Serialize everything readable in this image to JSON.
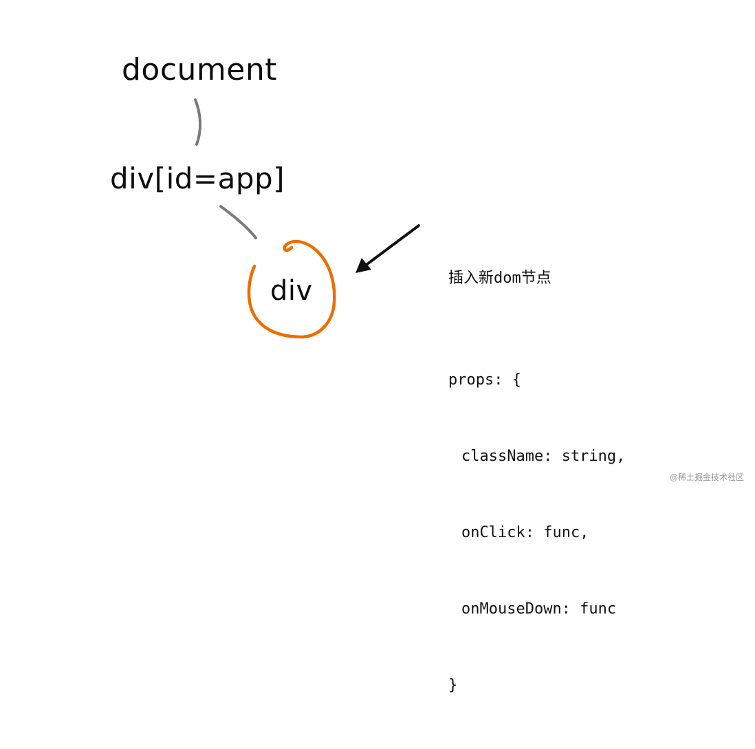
{
  "nodes": {
    "document": "document",
    "app": "div[id=app]",
    "div": "div"
  },
  "annotation": {
    "title": "插入新dom节点",
    "props_open": "props: {",
    "props": [
      "className: string,",
      "onClick: func,",
      "onMouseDown: func"
    ],
    "props_close": "}"
  },
  "watermark": "@稀土掘金技术社区",
  "colors": {
    "text": "#111111",
    "connector": "#7a7a7a",
    "highlight": "#ef6c00",
    "arrow": "#111111"
  }
}
